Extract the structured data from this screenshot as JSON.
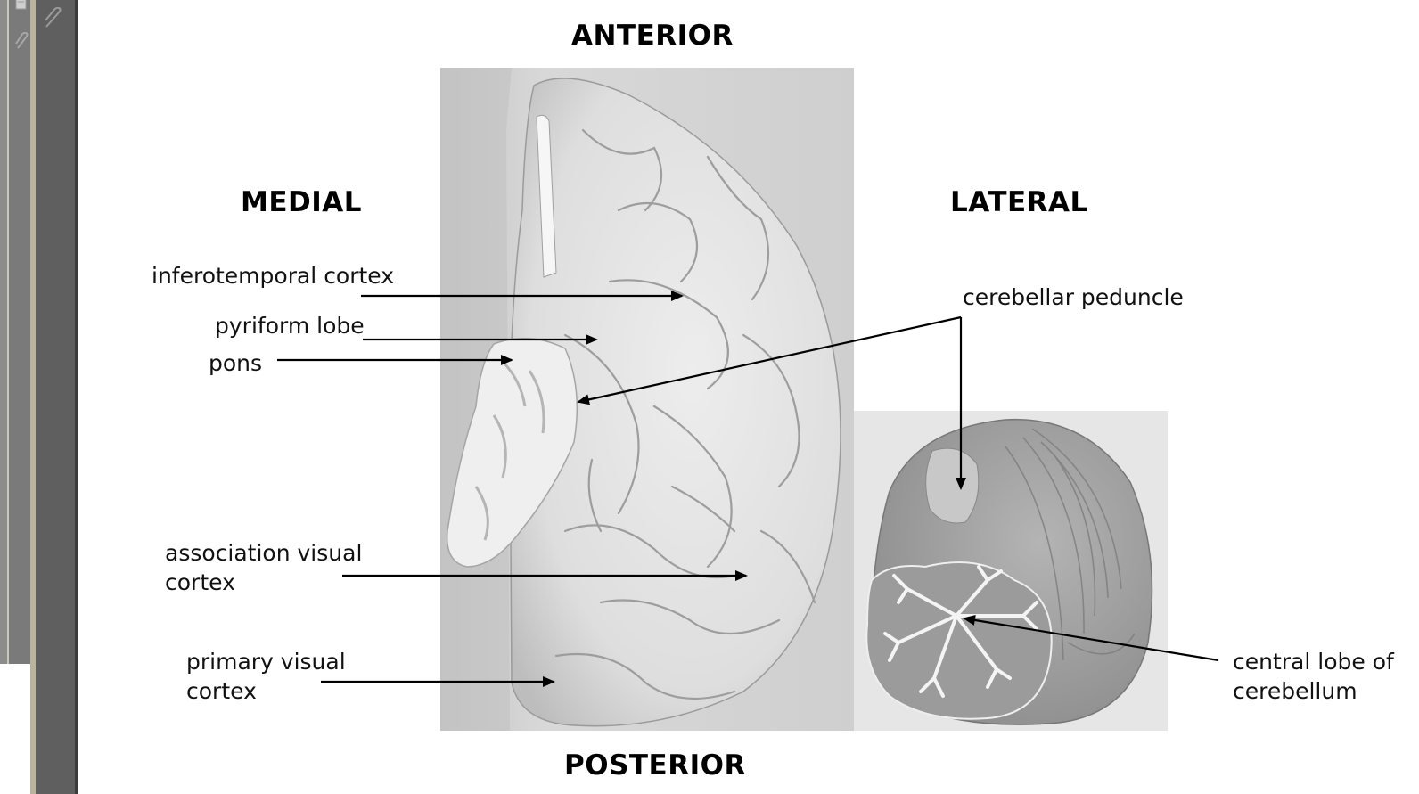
{
  "headings": {
    "anterior": "ANTERIOR",
    "posterior": "POSTERIOR",
    "medial": "MEDIAL",
    "lateral": "LATERAL"
  },
  "labels": {
    "inferotemporal": "inferotemporal cortex",
    "pyriform": "pyriform lobe",
    "pons": "pons",
    "association_line1": "association visual",
    "association_line2": "cortex",
    "primary_line1": "primary visual",
    "primary_line2": "cortex",
    "peduncle": "cerebellar peduncle",
    "central_line1": "central lobe of",
    "central_line2": "cerebellum"
  },
  "chrome": {
    "icons": [
      "page-icon",
      "paperclip-icon",
      "paperclip-icon"
    ]
  },
  "colors": {
    "chrome_dark": "#5f5f5f",
    "chrome_mid": "#8c8c8c",
    "chrome_strip": "#b9b49a",
    "photo_bg": "#d0d0d0",
    "brain": "#dcdcdc",
    "cerebellum": "#a8a8a8"
  }
}
